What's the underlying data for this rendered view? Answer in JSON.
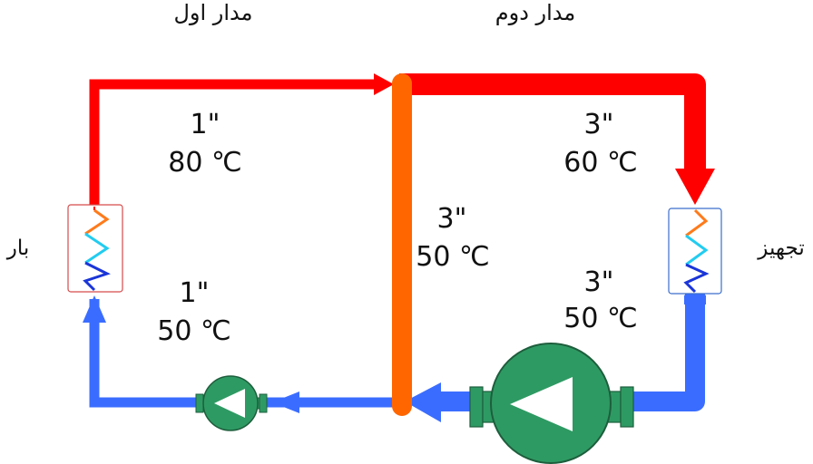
{
  "titles": {
    "circuit_one": "مدار اول",
    "circuit_two": "مدار دوم"
  },
  "side_labels": {
    "load": "بار",
    "equipment": "تجهیز"
  },
  "pipes": {
    "left_hot": {
      "size": "1\"",
      "temp": "80 ℃"
    },
    "left_cold": {
      "size": "1\"",
      "temp": "50 ℃"
    },
    "bypass": {
      "size": "3\"",
      "temp": "50 ℃"
    },
    "right_hot": {
      "size": "3\"",
      "temp": "60 ℃"
    },
    "right_cold": {
      "size": "3\"",
      "temp": "50 ℃"
    }
  },
  "colors": {
    "hot": "#ff0000",
    "cold": "#3a6dff",
    "bypass": "#ff6600",
    "pump": "#2e9a63"
  }
}
